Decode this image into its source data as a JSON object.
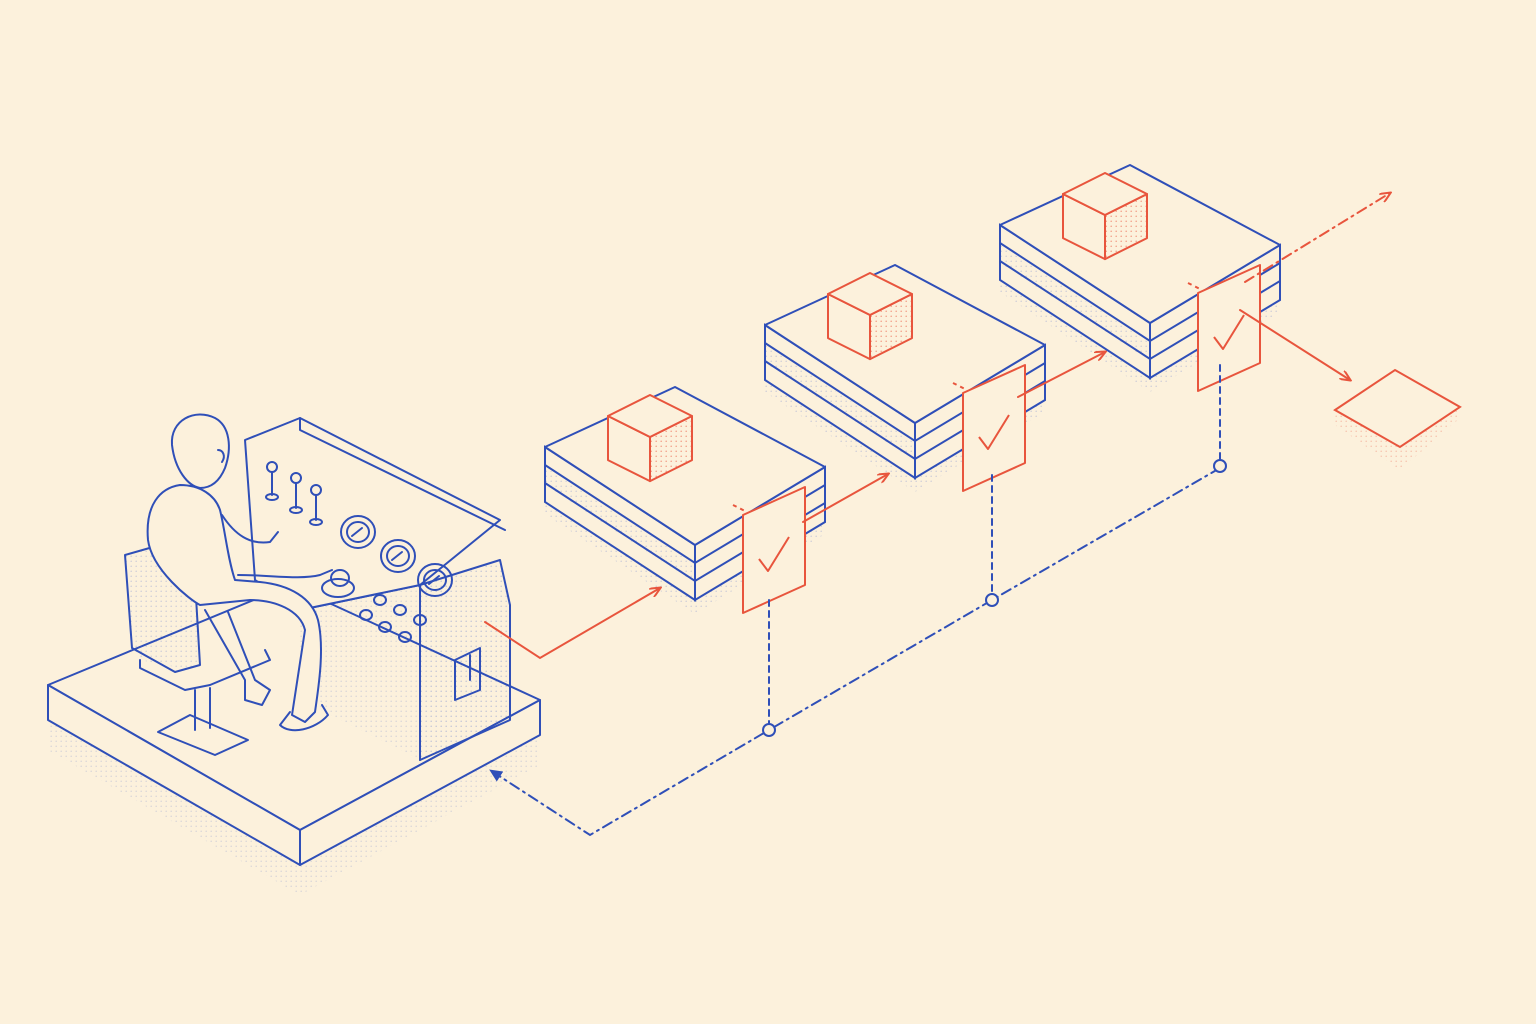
{
  "colors": {
    "background": "#fcf1dc",
    "blue": "#2f4fb8",
    "red": "#e8553d",
    "blue_dots": "#3d5cc4",
    "red_dots": "#e8553d"
  },
  "scene": {
    "operator_station": {
      "icon": "operator-at-control-console",
      "gauges": 3,
      "levers": 3,
      "buttons": 6
    },
    "stages": [
      {
        "id": 1,
        "cube": "red-cube",
        "checkpoint": "checkmark-icon"
      },
      {
        "id": 2,
        "cube": "red-cube",
        "checkpoint": "checkmark-icon"
      },
      {
        "id": 3,
        "cube": "red-cube",
        "checkpoint": "checkmark-icon"
      }
    ],
    "feedback_loop": {
      "style": "dashed",
      "returns_to": "operator_station"
    },
    "output": {
      "icon": "empty-output-tile"
    }
  }
}
